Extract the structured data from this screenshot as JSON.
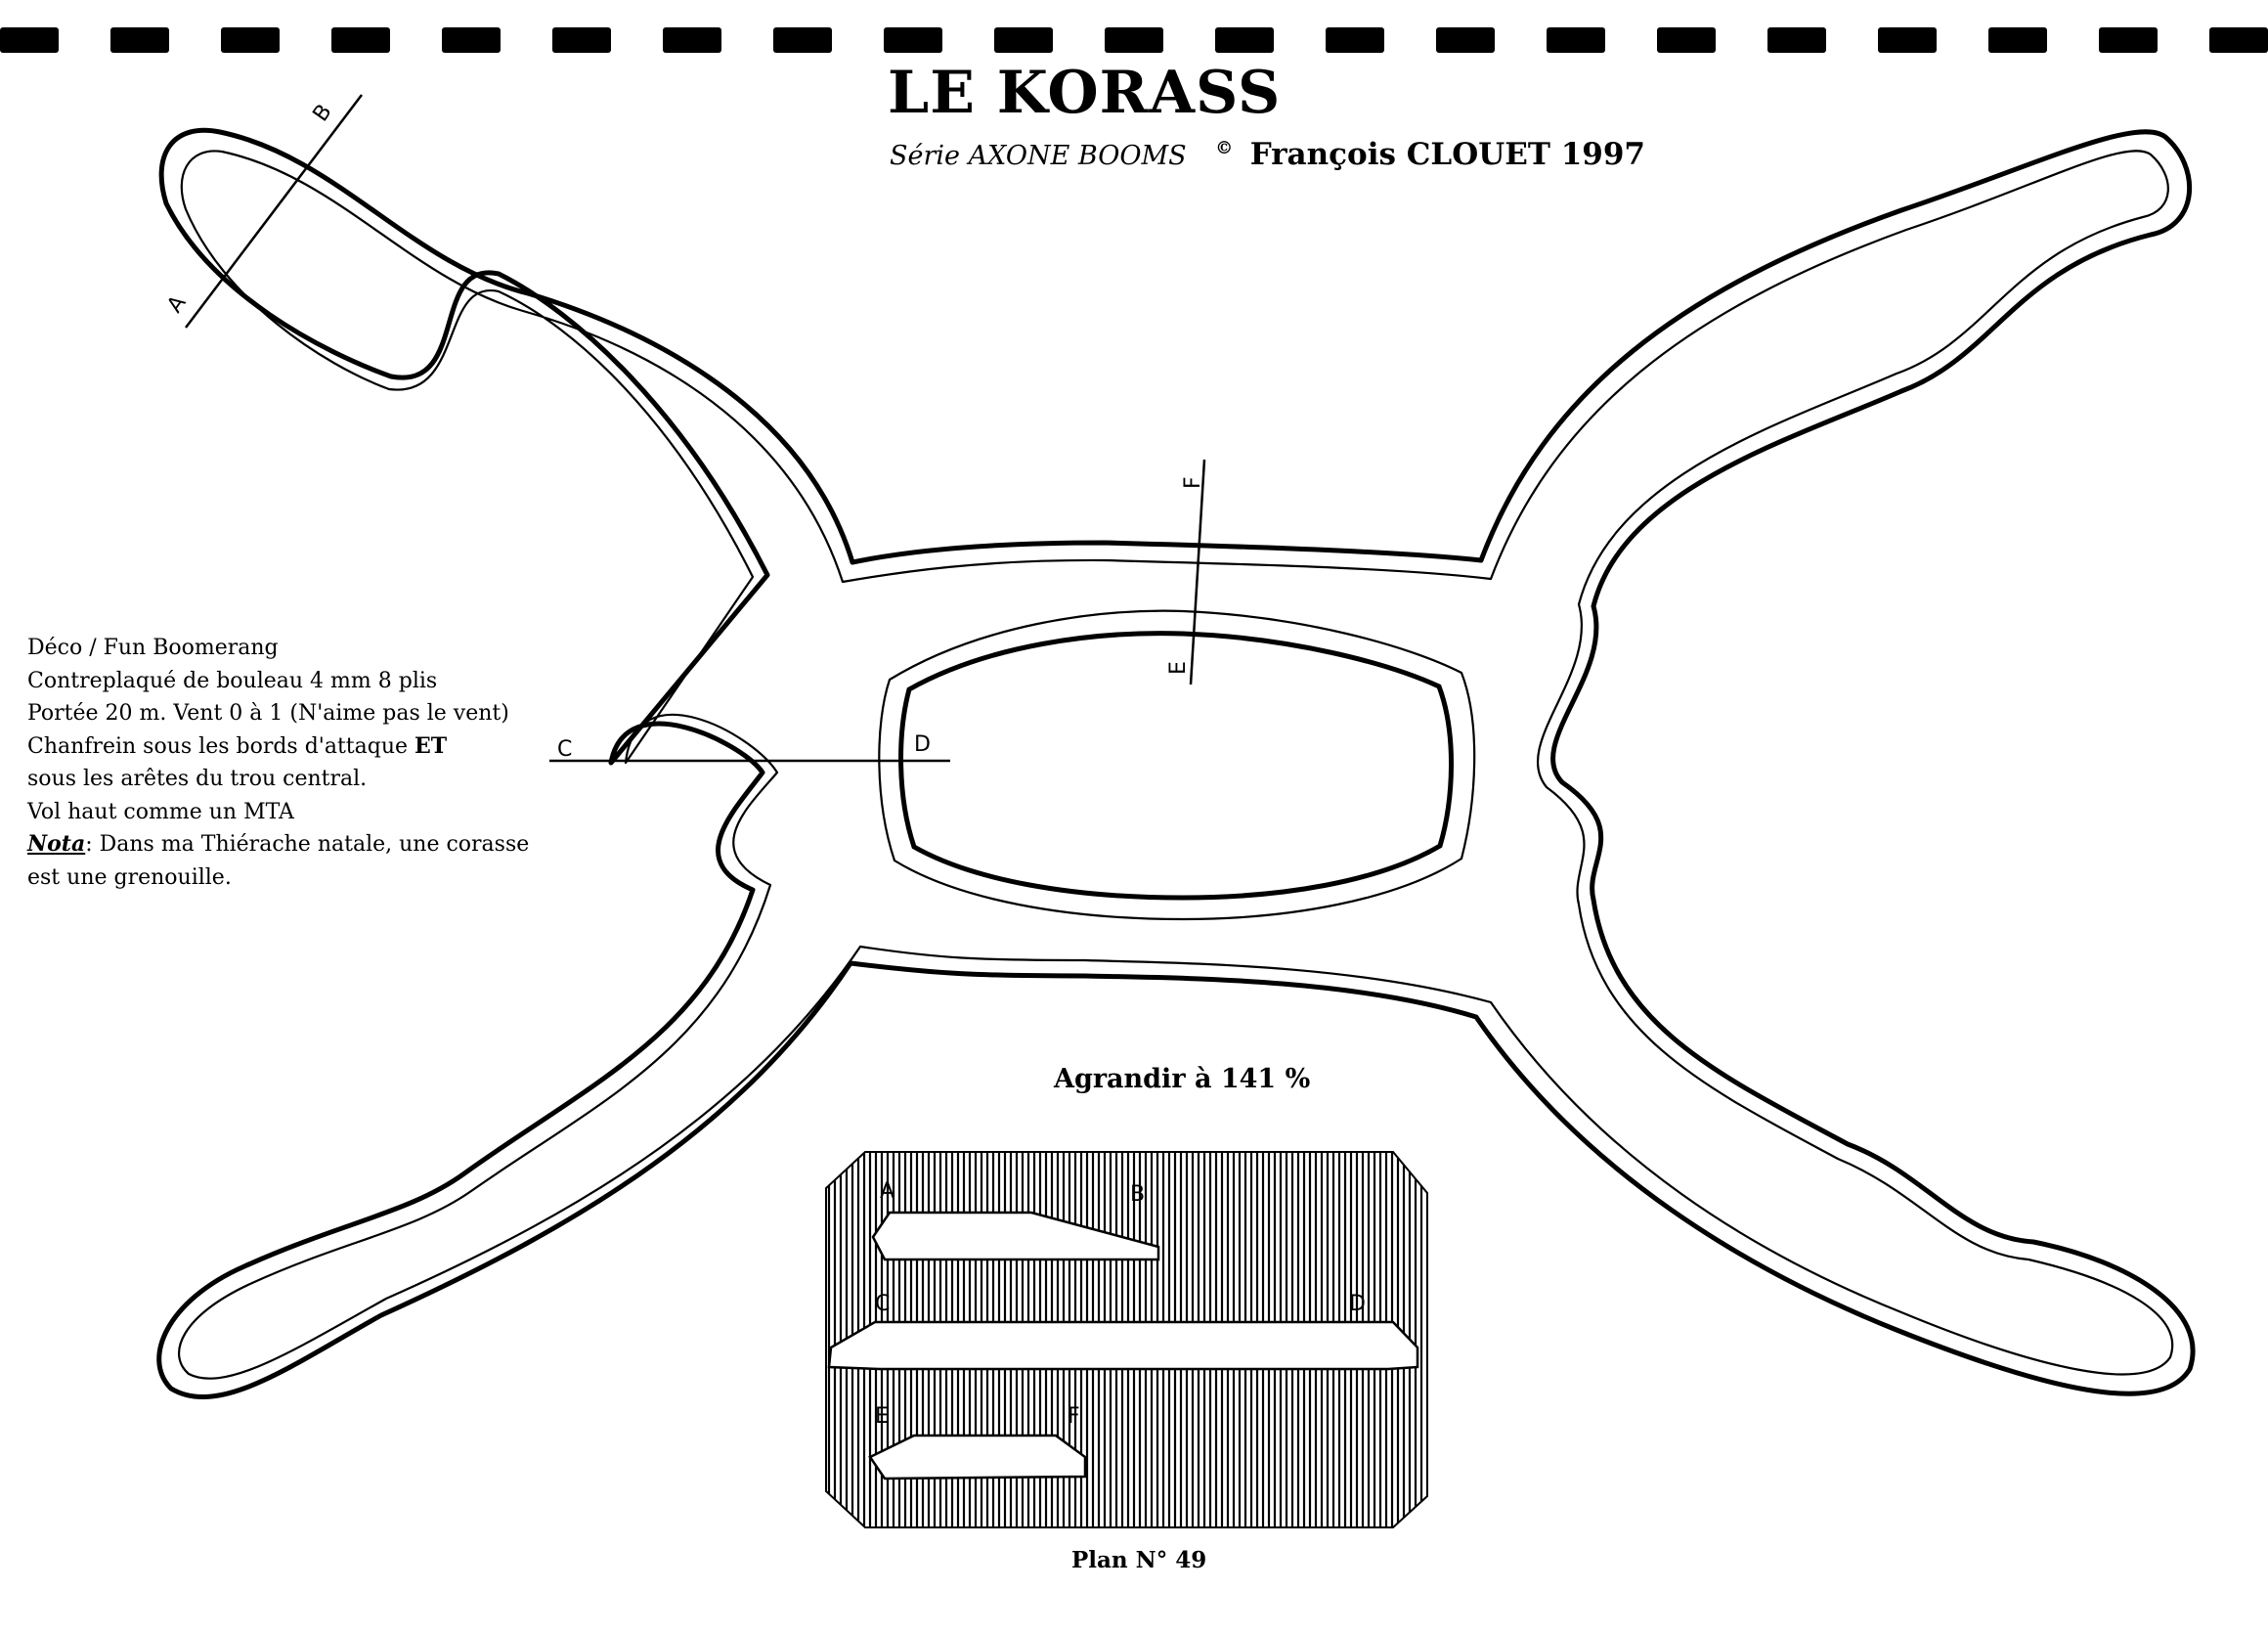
{
  "title": "LE KORASS",
  "subtitle": {
    "series": "Série AXONE BOOMS",
    "copyright_symbol": "©",
    "author": "François CLOUET 1997"
  },
  "notes": {
    "line1": "Déco / Fun Boomerang",
    "line2": "Contreplaqué de bouleau 4 mm 8 plis",
    "line3": "Portée 20 m. Vent 0 à 1 (N'aime pas le vent)",
    "line4a": "Chanfrein sous les bords d'attaque ",
    "line4b": "ET",
    "line5": "sous les arêtes du trou central.",
    "line6": "Vol haut comme un MTA",
    "nota_label": "Nota",
    "nota_text": ": Dans ma Thiérache natale, une corasse",
    "line8": "est une grenouille."
  },
  "section_markers": {
    "a": "A",
    "b": "B",
    "c": "C",
    "d": "D",
    "e": "E",
    "f": "F"
  },
  "enlarge": "Agrandir à 141 %",
  "plan_number": "Plan N° 49",
  "colors": {
    "ink": "#000000",
    "paper": "#ffffff"
  }
}
